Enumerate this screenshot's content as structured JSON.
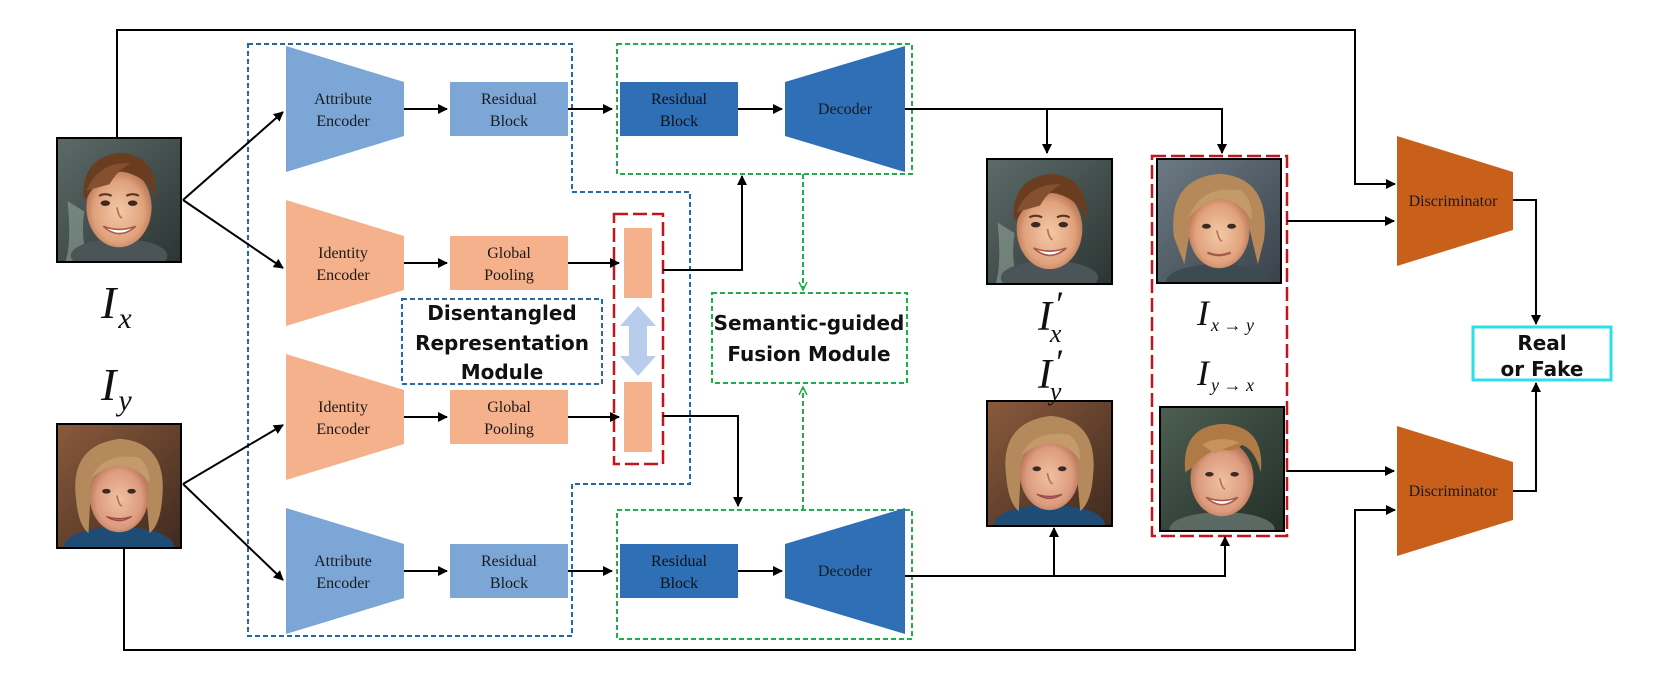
{
  "colors": {
    "attribute_blue": "#7ba6d6",
    "decoder_blue": "#2e6fb6",
    "identity_orange": "#f5b18c",
    "discriminator_orange": "#c8601c",
    "disentangle_border": "#2468a8",
    "fusion_border": "#1fae4b",
    "red_dash": "#c0161c",
    "real_fake_border": "#2ce0e8"
  },
  "blocks": {
    "attr_enc_top": [
      "Attribute",
      "Encoder"
    ],
    "res_top_1": [
      "Residual",
      "Block"
    ],
    "res_top_2": [
      "Residual",
      "Block"
    ],
    "decoder_top": "Decoder",
    "id_enc_1": [
      "Identity",
      "Encoder"
    ],
    "gp_1": [
      "Global",
      "Pooling"
    ],
    "id_enc_2": [
      "Identity",
      "Encoder"
    ],
    "gp_2": [
      "Global",
      "Pooling"
    ],
    "attr_enc_bot": [
      "Attribute",
      "Encoder"
    ],
    "res_bot_1": [
      "Residual",
      "Block"
    ],
    "res_bot_2": [
      "Residual",
      "Block"
    ],
    "decoder_bot": "Decoder",
    "disc_top": "Discriminator",
    "disc_bot": "Discriminator"
  },
  "modules": {
    "disentangled": [
      "Disentangled",
      "Representation",
      "Module"
    ],
    "fusion": [
      "Semantic-guided",
      "Fusion Module"
    ],
    "real_fake": [
      "Real",
      "or Fake"
    ]
  },
  "labels": {
    "ix": {
      "base": "I",
      "sub": "x"
    },
    "iy": {
      "base": "I",
      "sub": "y"
    },
    "ix_prime": {
      "base": "I",
      "sub": "x",
      "sup": "′"
    },
    "iy_prime": {
      "base": "I",
      "sub": "y",
      "sup": "′"
    },
    "ixy": {
      "base": "I",
      "sub": "x → y"
    },
    "iyx": {
      "base": "I",
      "sub": "y → x"
    }
  },
  "images": {
    "photo_ix": "face-photo-young-man",
    "photo_iy": "face-photo-woman",
    "photo_ix_prime": "face-photo-young-man-reconstructed",
    "photo_iy_prime": "face-photo-woman-reconstructed",
    "photo_ixy": "face-photo-swapped-x-to-y",
    "photo_iyx": "face-photo-swapped-y-to-x"
  }
}
